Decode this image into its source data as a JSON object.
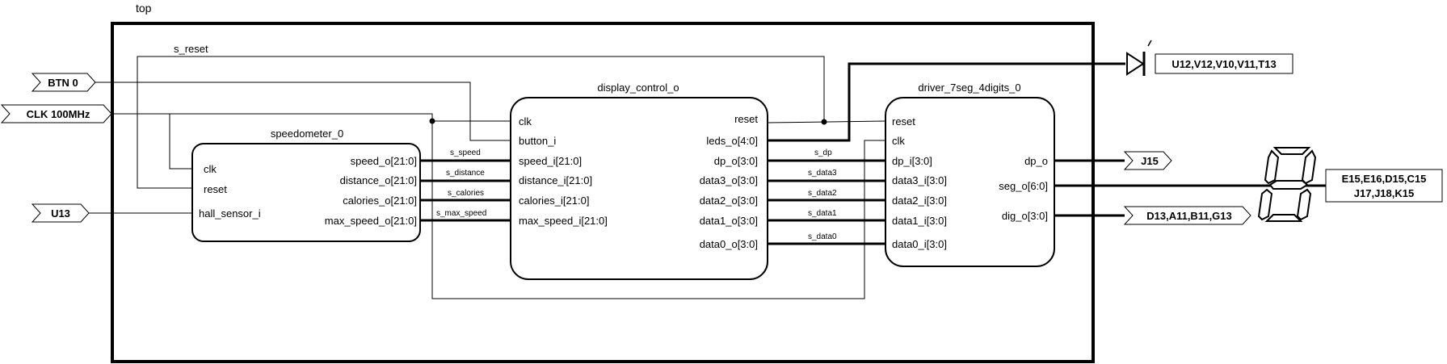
{
  "diagram": {
    "title": "top",
    "ports": {
      "btn0": "BTN 0",
      "clk": "CLK 100MHz",
      "u13": "U13",
      "leds": "U12,V12,V10,V11,T13",
      "j15": "J15",
      "dig": "D13,A11,B11,G13",
      "seg_line1": "E15,E16,D15,C15",
      "seg_line2": "J17,J18,K15"
    },
    "signals": {
      "s_reset": "s_reset",
      "s_speed": "s_speed",
      "s_distance": "s_distance",
      "s_calories": "s_calories",
      "s_max_speed": "s_max_speed",
      "s_dp": "s_dp",
      "s_data3": "s_data3",
      "s_data2": "s_data2",
      "s_data1": "s_data1",
      "s_data0": "s_data0"
    },
    "speedometer": {
      "name": "speedometer_0",
      "in_clk": "clk",
      "in_reset": "reset",
      "in_hall": "hall_sensor_i",
      "out_speed": "speed_o[21:0]",
      "out_distance": "distance_o[21:0]",
      "out_calories": "calories_o[21:0]",
      "out_max_speed": "max_speed_o[21:0]"
    },
    "display_control": {
      "name": "display_control_o",
      "in_clk": "clk",
      "in_button": "button_i",
      "in_speed": "speed_i[21:0]",
      "in_distance": "distance_i[21:0]",
      "in_calories": "calories_i[21:0]",
      "in_max_speed": "max_speed_i[21:0]",
      "out_reset": "reset",
      "out_leds": "leds_o[4:0]",
      "out_dp": "dp_o[3:0]",
      "out_data3": "data3_o[3:0]",
      "out_data2": "data2_o[3:0]",
      "out_data1": "data1_o[3:0]",
      "out_data0": "data0_o[3:0]"
    },
    "driver": {
      "name": "driver_7seg_4digits_0",
      "in_reset": "reset",
      "in_clk": "clk",
      "in_dp": "dp_i[3:0]",
      "in_data3": "data3_i[3:0]",
      "in_data2": "data2_i[3:0]",
      "in_data1": "data1_i[3:0]",
      "in_data0": "data0_i[3:0]",
      "out_dp": "dp_o",
      "out_seg": "seg_o[6:0]",
      "out_dig": "dig_o[3:0]"
    }
  }
}
